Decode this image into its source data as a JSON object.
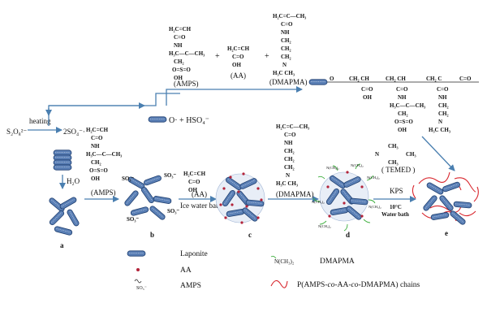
{
  "reaction": {
    "initiator": "S₂O₈²⁻",
    "heating": "heating",
    "sulfate_radical": "2SO₄⁻·",
    "radical_product": "O· + HSO₄⁻"
  },
  "monomers": {
    "amps_name": "(AMPS)",
    "aa_name": "(AA)",
    "dmapma_name": "(DMAPMA)",
    "plus": "+",
    "temed": "( TEMED )"
  },
  "process": {
    "water": "H₂O",
    "step_amps": "(AMPS)",
    "step_aa": "(AA)",
    "ice_bath": "Ice water bath",
    "step_dmapma": "(DMAPMA)",
    "kps": "KPS",
    "temp": "10°C",
    "water_bath": "Water bath"
  },
  "stages": [
    "a",
    "b",
    "c",
    "d",
    "e"
  ],
  "structure_text": {
    "h2c_ch": "H₂C=CH",
    "co": "C=O",
    "nh": "NH",
    "ch3_c_ch3": "H₃C—C—CH₃",
    "ch2": "CH₂",
    "so3": "O=S=O",
    "oh": "OH",
    "h2c_c_ch3": "H₂C=C—CH₃",
    "n": "N",
    "nme2": "H₃C    CH₃",
    "cooh": "C=O",
    "so3_minus": "SO₃⁻",
    "nme2_group": "N(CH₃)₂"
  },
  "legend": {
    "laponite": "Laponite",
    "aa": "AA",
    "amps": "AMPS",
    "dmapma_symbol": "N(CH₃)₂",
    "dmapma": "DMAPMA",
    "chains_prefix": "P(AMPS-",
    "co1": "co",
    "mid": "-AA-",
    "co2": "co",
    "chains_suffix": "-DMAPMA) chains"
  },
  "colors": {
    "laponite_fill": "#5a7fb5",
    "laponite_stroke": "#1f3f70",
    "arrow": "#4a7fb0",
    "aa_dot": "#b3243a",
    "dmapma_green": "#3cae3c",
    "chain_red": "#d8252c"
  }
}
